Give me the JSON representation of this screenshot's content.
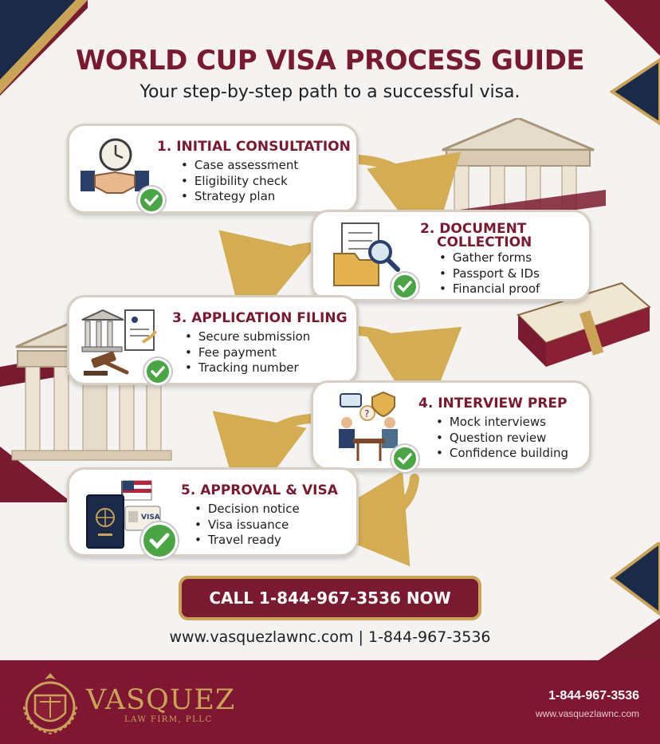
{
  "header": {
    "title": "WORLD CUP VISA PROCESS GUIDE",
    "subtitle": "Your step-by-step path to a successful visa."
  },
  "steps": [
    {
      "title": "1. INITIAL CONSULTATION",
      "items": [
        "Case assessment",
        "Eligibility check",
        "Strategy plan"
      ],
      "icon": "handshake-clock-icon"
    },
    {
      "title_line1": "2. DOCUMENT",
      "title_line2": "COLLECTION",
      "items": [
        "Gather forms",
        "Passport & IDs",
        "Financial proof"
      ],
      "icon": "documents-folder-icon"
    },
    {
      "title": "3. APPLICATION FILING",
      "items": [
        "Secure submission",
        "Fee payment",
        "Tracking number"
      ],
      "icon": "courthouse-gavel-icon"
    },
    {
      "title": "4. INTERVIEW PREP",
      "items": [
        "Mock interviews",
        "Question review",
        "Confidence building"
      ],
      "icon": "interview-icon"
    },
    {
      "title": "5. APPROVAL & VISA",
      "items": [
        "Decision notice",
        "Visa issuance",
        "Travel ready"
      ],
      "icon": "passport-visa-icon"
    }
  ],
  "cta": {
    "label": "CALL 1-844-967-3536 NOW"
  },
  "contact_line": "www.vasquezlawnc.com | 1-844-967-3536",
  "passport_card_label": "VISA",
  "footer": {
    "brand_name": "VASQUEZ",
    "brand_sub": "LAW FIRM, PLLC",
    "phone": "1-844-967-3536",
    "website": "www.vasquezlawnc.com"
  },
  "colors": {
    "maroon": "#7a1a30",
    "gold": "#c9a456",
    "navy": "#1c2a4a",
    "check_green": "#4aa544"
  }
}
